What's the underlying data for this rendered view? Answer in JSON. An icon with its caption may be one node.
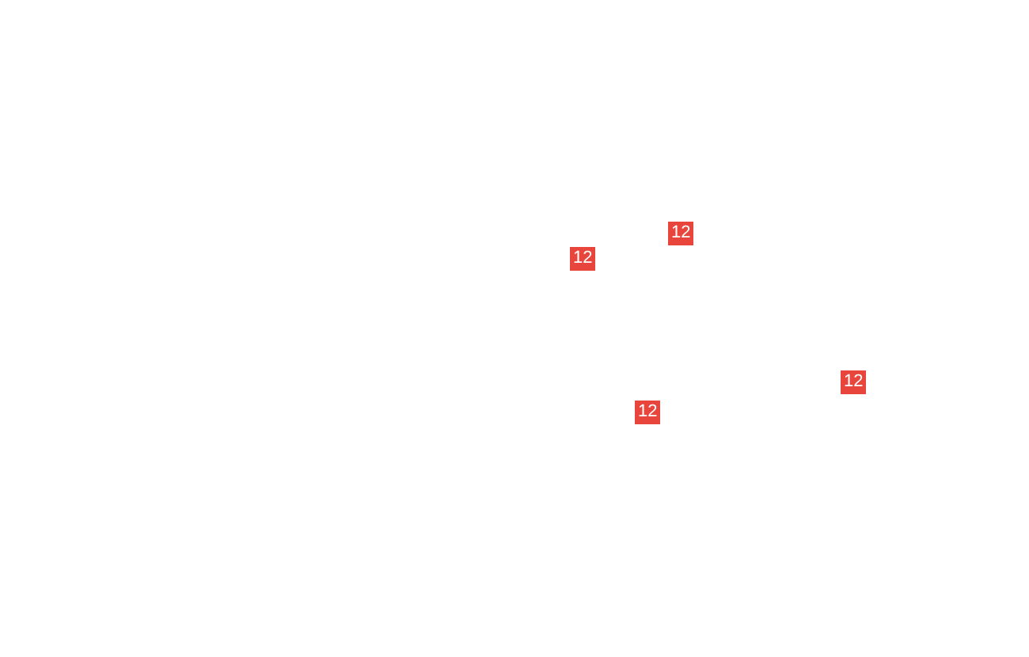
{
  "diagram": {
    "labels": [
      "12",
      "12",
      "12",
      "12"
    ]
  }
}
